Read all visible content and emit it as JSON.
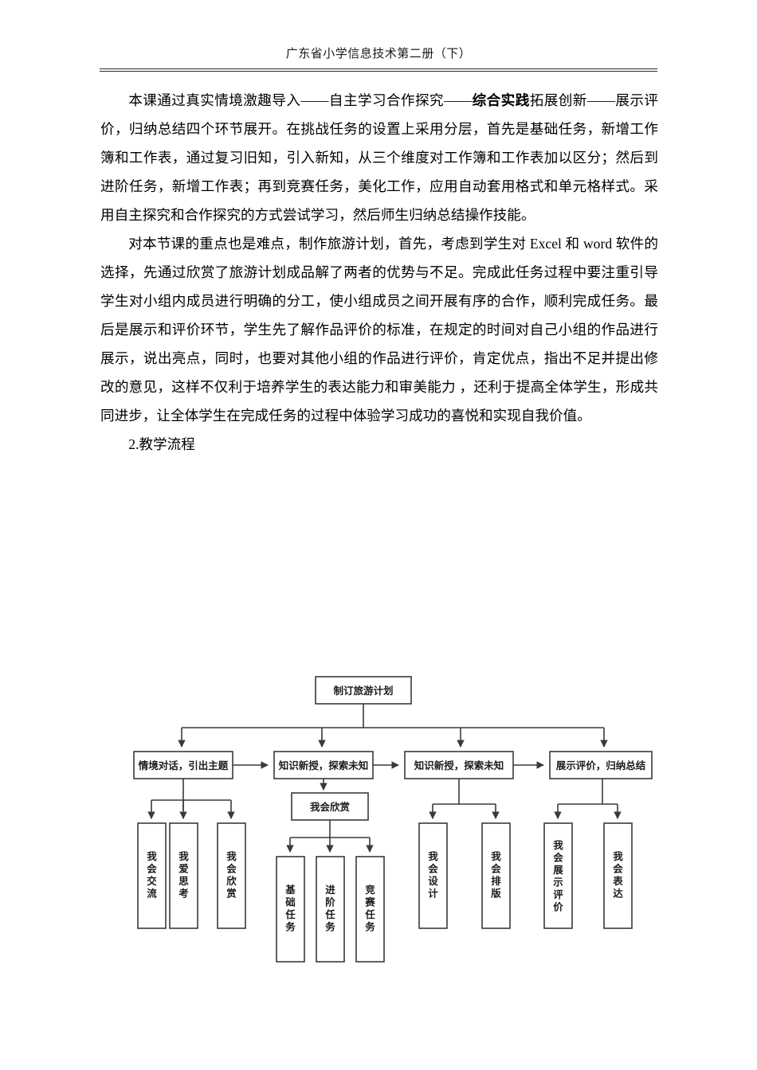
{
  "header": {
    "title": "广东省小学信息技术第二册（下）"
  },
  "content": {
    "paragraph1_part1": "本课通过真实情境激趣导入——自主学习合作探究——",
    "paragraph1_bold": "综合实践",
    "paragraph1_part2": "拓展创新——展示评价，归纳总结四个环节展开。在挑战任务的设置上采用分层，首先是基础任务，新增工作簿和工作表，通过复习旧知，引入新知，从三个维度对工作簿和工作表加以区分；然后到进阶任务，新增工作表；再到竞赛任务，美化工作，应用自动套用格式和单元格样式。采用自主探究和合作探究的方式尝试学习，然后师生归纳总结操作技能。",
    "paragraph2": "对本节课的重点也是难点，制作旅游计划，首先，考虑到学生对 Excel 和 word 软件的选择，先通过欣赏了旅游计划成品解了两者的优势与不足。完成此任务过程中要注重引导学生对小组内成员进行明确的分工，使小组成员之间开展有序的合作，顺利完成任务。最后是展示和评价环节，学生先了解作品评价的标准，在规定的时间对自己小组的作品进行展示，说出亮点，同时，也要对其他小组的作品进行评价，肯定优点，指出不足并提出修改的意见，这样不仅利于培养学生的表达能力和审美能力 ，还利于提高全体学生，形成共同进步，让全体学生在完成任务的过程中体验学习成功的喜悦和实现自我价值。",
    "section_label": "2.教学流程"
  },
  "flowchart": {
    "root": {
      "label": "制订旅游计划"
    },
    "level2": [
      {
        "label": "情境对话，引出主题"
      },
      {
        "label": "知识新授，探索未知"
      },
      {
        "label": "知识新授，探索未知"
      },
      {
        "label": "展示评价，归纳总结"
      }
    ],
    "intermediate": {
      "label": "我会欣赏"
    },
    "leaves": [
      {
        "label": "我会交流",
        "chars": [
          "我",
          "会",
          "交",
          "流"
        ]
      },
      {
        "label": "我爱思考",
        "chars": [
          "我",
          "爱",
          "思",
          "考"
        ]
      },
      {
        "label": "我会欣赏",
        "chars": [
          "我",
          "会",
          "欣",
          "赏"
        ]
      },
      {
        "label": "基础任务",
        "chars": [
          "基",
          "础",
          "任",
          "务"
        ]
      },
      {
        "label": "进阶任务",
        "chars": [
          "进",
          "阶",
          "任",
          "务"
        ]
      },
      {
        "label": "竞赛任务",
        "chars": [
          "竞",
          "赛",
          "任",
          "务"
        ]
      },
      {
        "label": "我会设计",
        "chars": [
          "我",
          "会",
          "设",
          "计"
        ]
      },
      {
        "label": "我会排版",
        "chars": [
          "我",
          "会",
          "排",
          "版"
        ]
      },
      {
        "label": "我会展示评价",
        "chars": [
          "我",
          "会",
          "展",
          "示",
          "评",
          "价"
        ]
      },
      {
        "label": "我会表达",
        "chars": [
          "我",
          "会",
          "表",
          "达"
        ]
      }
    ],
    "colors": {
      "box_stroke": "#3a3a3a",
      "box_fill": "#ffffff",
      "text": "#1c1c1c"
    }
  }
}
